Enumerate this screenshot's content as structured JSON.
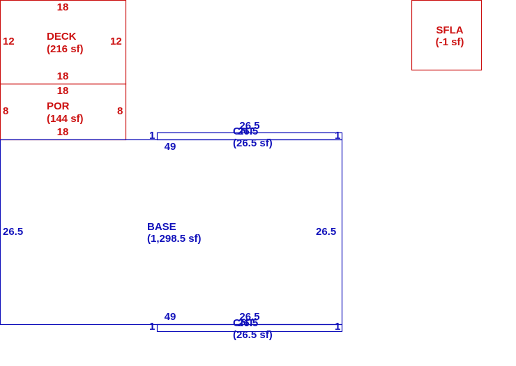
{
  "colors": {
    "red": "#cc1111",
    "blue": "#1111bb"
  },
  "areas": {
    "deck": {
      "name": "DECK",
      "area": "(216 sf)",
      "top": "18",
      "bottom": "18",
      "left": "12",
      "right": "12"
    },
    "por": {
      "name": "POR",
      "area": "(144 sf)",
      "top": "18",
      "bottom": "18",
      "left": "8",
      "right": "8"
    },
    "sfla": {
      "name": "SFLA",
      "area": "(-1 sf)"
    },
    "base": {
      "name": "BASE",
      "area": "(1,298.5 sf)",
      "top": "49",
      "bottom": "49",
      "left": "26.5",
      "right": "26.5"
    },
    "cnt_top": {
      "name": "CNT",
      "overlap": "26.5",
      "area": "(26.5 sf)",
      "length": "26.5",
      "left": "1",
      "right": "1"
    },
    "cnt_bottom": {
      "name": "CNT",
      "overlap": "26.5",
      "area": "(26.5 sf)",
      "length": "26.5",
      "left": "1",
      "right": "1"
    }
  }
}
